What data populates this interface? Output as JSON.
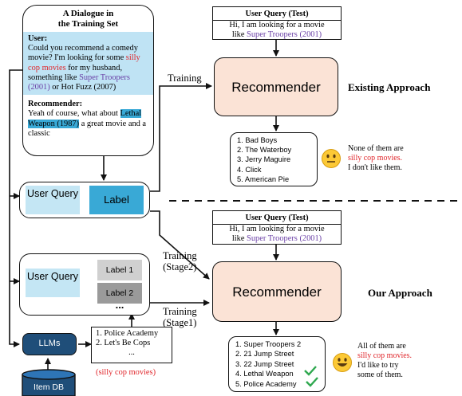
{
  "dialogue": {
    "title_line1": "A Dialogue in",
    "title_line2": "the Training Set",
    "user_label": "User:",
    "user_text_1": "Could you recommend a comedy movie? I'm looking for some ",
    "user_highlight_red": "silly cop movies",
    "user_text_2": " for my husband, something like ",
    "user_movie_purple": "Super Troopers (2001)",
    "user_text_3": " or Hot Fuzz (2007)",
    "rec_label": "Recommender:",
    "rec_text_1": "Yeah of course, what about ",
    "rec_movie": "Lethal Weapon (1987)",
    "rec_text_2": " a great movie and a classic"
  },
  "top_query": {
    "title": "User Query (Test)",
    "line1": "Hi, I am looking for a movie",
    "line2_prefix": "like ",
    "line2_movie": "Super Troopers (2001)"
  },
  "bottom_query": {
    "title": "User Query (Test)",
    "line1": "Hi, I am looking for a movie",
    "line2_prefix": "like ",
    "line2_movie": "Super Troopers (2001)"
  },
  "recommender_label": "Recommender",
  "existing_approach": "Existing Approach",
  "our_approach": "Our Approach",
  "training_label": "Training",
  "training_stage2_line1": "Training",
  "training_stage2_line2": "(Stage2)",
  "training_stage1_line1": "Training",
  "training_stage1_line2": "(Stage1)",
  "top_pair": {
    "user_query": "User Query",
    "label": "Label"
  },
  "bottom_pair": {
    "user_query": "User Query",
    "label1": "Label 1",
    "label2": "Label 2",
    "ellipsis": "..."
  },
  "existing_list": [
    "1. Bad Boys",
    "2. The Waterboy",
    "3. Jerry Maguire",
    "4. Click",
    "5. American Pie"
  ],
  "existing_comment": {
    "line1": "None of them are",
    "line2": "silly cop movies.",
    "line3": "I don't like them."
  },
  "our_list": [
    "1. Super Troopers 2",
    "2. 21 Jump Street",
    "3. 22 Jump Street",
    "4. Lethal Weapon",
    "5. Police Academy"
  ],
  "our_comment": {
    "line1": "All of them are",
    "line2": "silly cop movies.",
    "line3": "I'd like to try",
    "line4": "some of them."
  },
  "llm_list": [
    "1. Police Academy",
    "2. Let's Be Cops",
    "..."
  ],
  "llm_query_label": "(silly cop movies)",
  "llms_label": "LLMs",
  "item_db_label": "Item DB",
  "colors": {
    "recommender_fill": "#fbe3d6",
    "query_fill": "#c4e6f4",
    "label_fill": "#39a9d6",
    "llm_fill": "#1f4e79",
    "label1_fill": "#d0d0d0",
    "label2_fill": "#9a9a9a",
    "purple": "#6a3fa6",
    "red": "#e0262b",
    "check": "#2fa84f"
  }
}
